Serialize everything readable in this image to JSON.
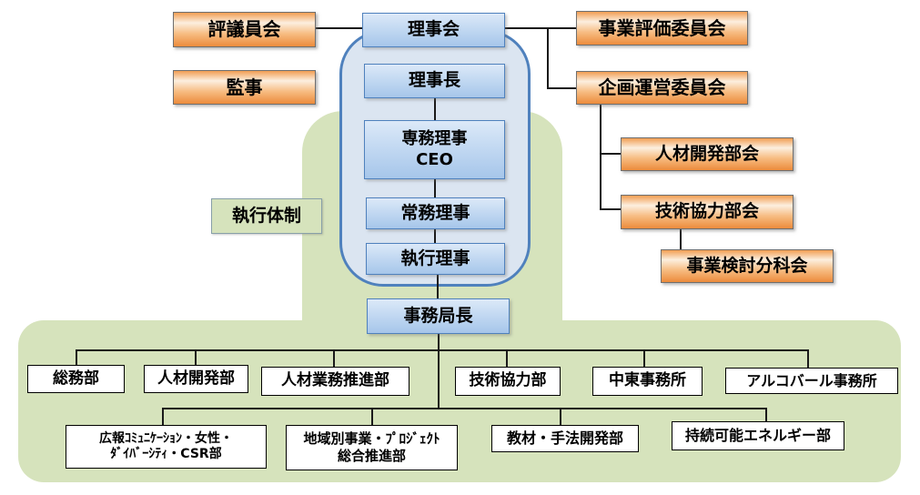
{
  "org": {
    "type": "organization-chart",
    "governance": {
      "hyogiinkai": "評議員会",
      "kanji": "監事",
      "rijikai": "理事会",
      "richo": "理事長",
      "senmu_line1": "専務理事",
      "senmu_line2": "CEO",
      "jomu": "常務理事",
      "shikko_riji": "執行理事",
      "jimukyokucho": "事務局長"
    },
    "committees": {
      "jigyo_hyoka": "事業評価委員会",
      "kikaku_unei": "企画運営委員会",
      "jinzai_kaihatsu_bukai": "人材開発部会",
      "gijutsu_kyoryoku_bukai": "技術協力部会",
      "jigyo_kento_bunkakai": "事業検討分科会"
    },
    "execution_label": "執行体制",
    "departments_row1": [
      "総務部",
      "人材開発部",
      "人材業務推進部",
      "技術協力部",
      "中東事務所",
      "アルコバール事務所"
    ],
    "departments_row2": [
      {
        "line1": "広報ｺﾐｭﾆｹｰｼｮﾝ・女性・",
        "line2": "ﾀﾞｲﾊﾞｰｼﾃｨ・CSR部"
      },
      {
        "line1": "地域別事業・ﾌﾟﾛｼﾞｪｸﾄ",
        "line2": "総合推進部"
      },
      {
        "line1": "教材・手法開発部"
      },
      {
        "line1": "持続可能エネルギー部"
      }
    ],
    "colors": {
      "orange_box_top": "#f19e53",
      "orange_box_bottom": "#ec8b3c",
      "blue_box_top": "#dce9f8",
      "blue_box_bottom": "#a6c6ea",
      "blue_border": "#4f81bd",
      "capsule_fill": "#dbe5f1",
      "green_background": "#d6e3bc",
      "line": "#1a1a1a"
    }
  }
}
